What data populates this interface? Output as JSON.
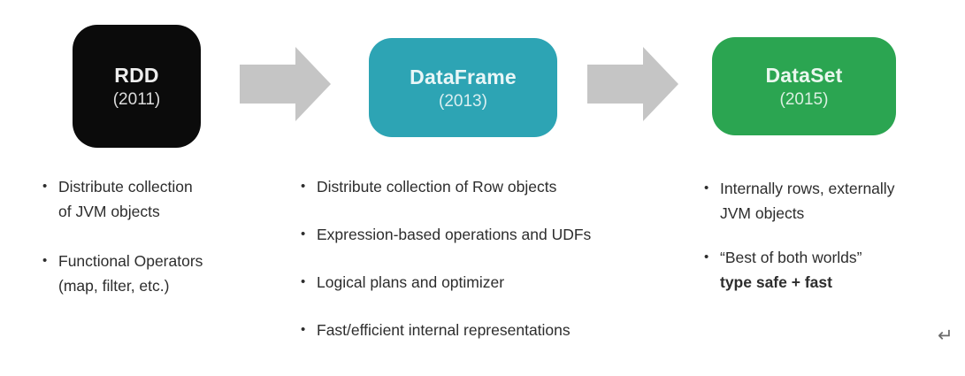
{
  "diagram": {
    "nodes": [
      {
        "title": "RDD",
        "year": "(2011)",
        "bg_color": "#0b0b0b",
        "text_color": "#ededed"
      },
      {
        "title": "DataFrame",
        "year": "(2013)",
        "bg_color": "#2da4b4",
        "text_color": "#e9f6f7"
      },
      {
        "title": "DataSet",
        "year": "(2015)",
        "bg_color": "#2ba551",
        "text_color": "#eaf7ee"
      }
    ],
    "arrow_color": "#c5c5c5",
    "bullet_text_color": "#2d2d2d",
    "columns": [
      {
        "bullets": [
          {
            "lines": [
              "Distribute collection",
              "of JVM objects"
            ]
          },
          {
            "lines": [
              "Functional Operators",
              "(map, filter, etc.)"
            ]
          }
        ]
      },
      {
        "bullets": [
          {
            "lines": [
              "Distribute collection of Row objects"
            ]
          },
          {
            "lines": [
              "Expression-based operations and UDFs"
            ]
          },
          {
            "lines": [
              "Logical plans and optimizer"
            ]
          },
          {
            "lines": [
              "Fast/efficient internal representations"
            ]
          }
        ]
      },
      {
        "bullets": [
          {
            "lines": [
              "Internally rows, externally",
              "JVM objects"
            ]
          },
          {
            "lines": [
              "“Best of both worlds”",
              "type safe + fast"
            ]
          }
        ]
      }
    ],
    "return_mark": "↵"
  }
}
